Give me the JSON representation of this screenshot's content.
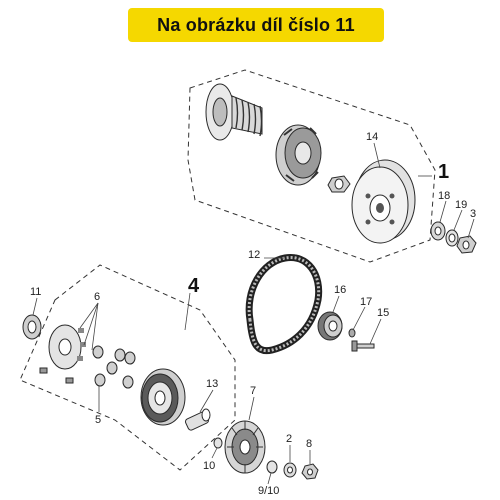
{
  "banner": {
    "text": "Na obrázku díl číslo 11",
    "color": "#f5d800"
  },
  "groups": [
    {
      "id": "clutch-group",
      "label": "1"
    },
    {
      "id": "variator-group",
      "label": "4"
    }
  ],
  "callouts": [
    {
      "id": "14",
      "label": "14"
    },
    {
      "id": "18",
      "label": "18"
    },
    {
      "id": "19",
      "label": "19"
    },
    {
      "id": "3",
      "label": "3"
    },
    {
      "id": "12",
      "label": "12"
    },
    {
      "id": "16",
      "label": "16"
    },
    {
      "id": "17",
      "label": "17"
    },
    {
      "id": "15",
      "label": "15"
    },
    {
      "id": "11",
      "label": "11"
    },
    {
      "id": "6",
      "label": "6"
    },
    {
      "id": "5",
      "label": "5"
    },
    {
      "id": "13",
      "label": "13"
    },
    {
      "id": "7",
      "label": "7"
    },
    {
      "id": "10",
      "label": "10"
    },
    {
      "id": "2",
      "label": "2"
    },
    {
      "id": "8",
      "label": "8"
    },
    {
      "id": "9-10",
      "label": "9/10"
    }
  ],
  "highlighted_part": "11"
}
